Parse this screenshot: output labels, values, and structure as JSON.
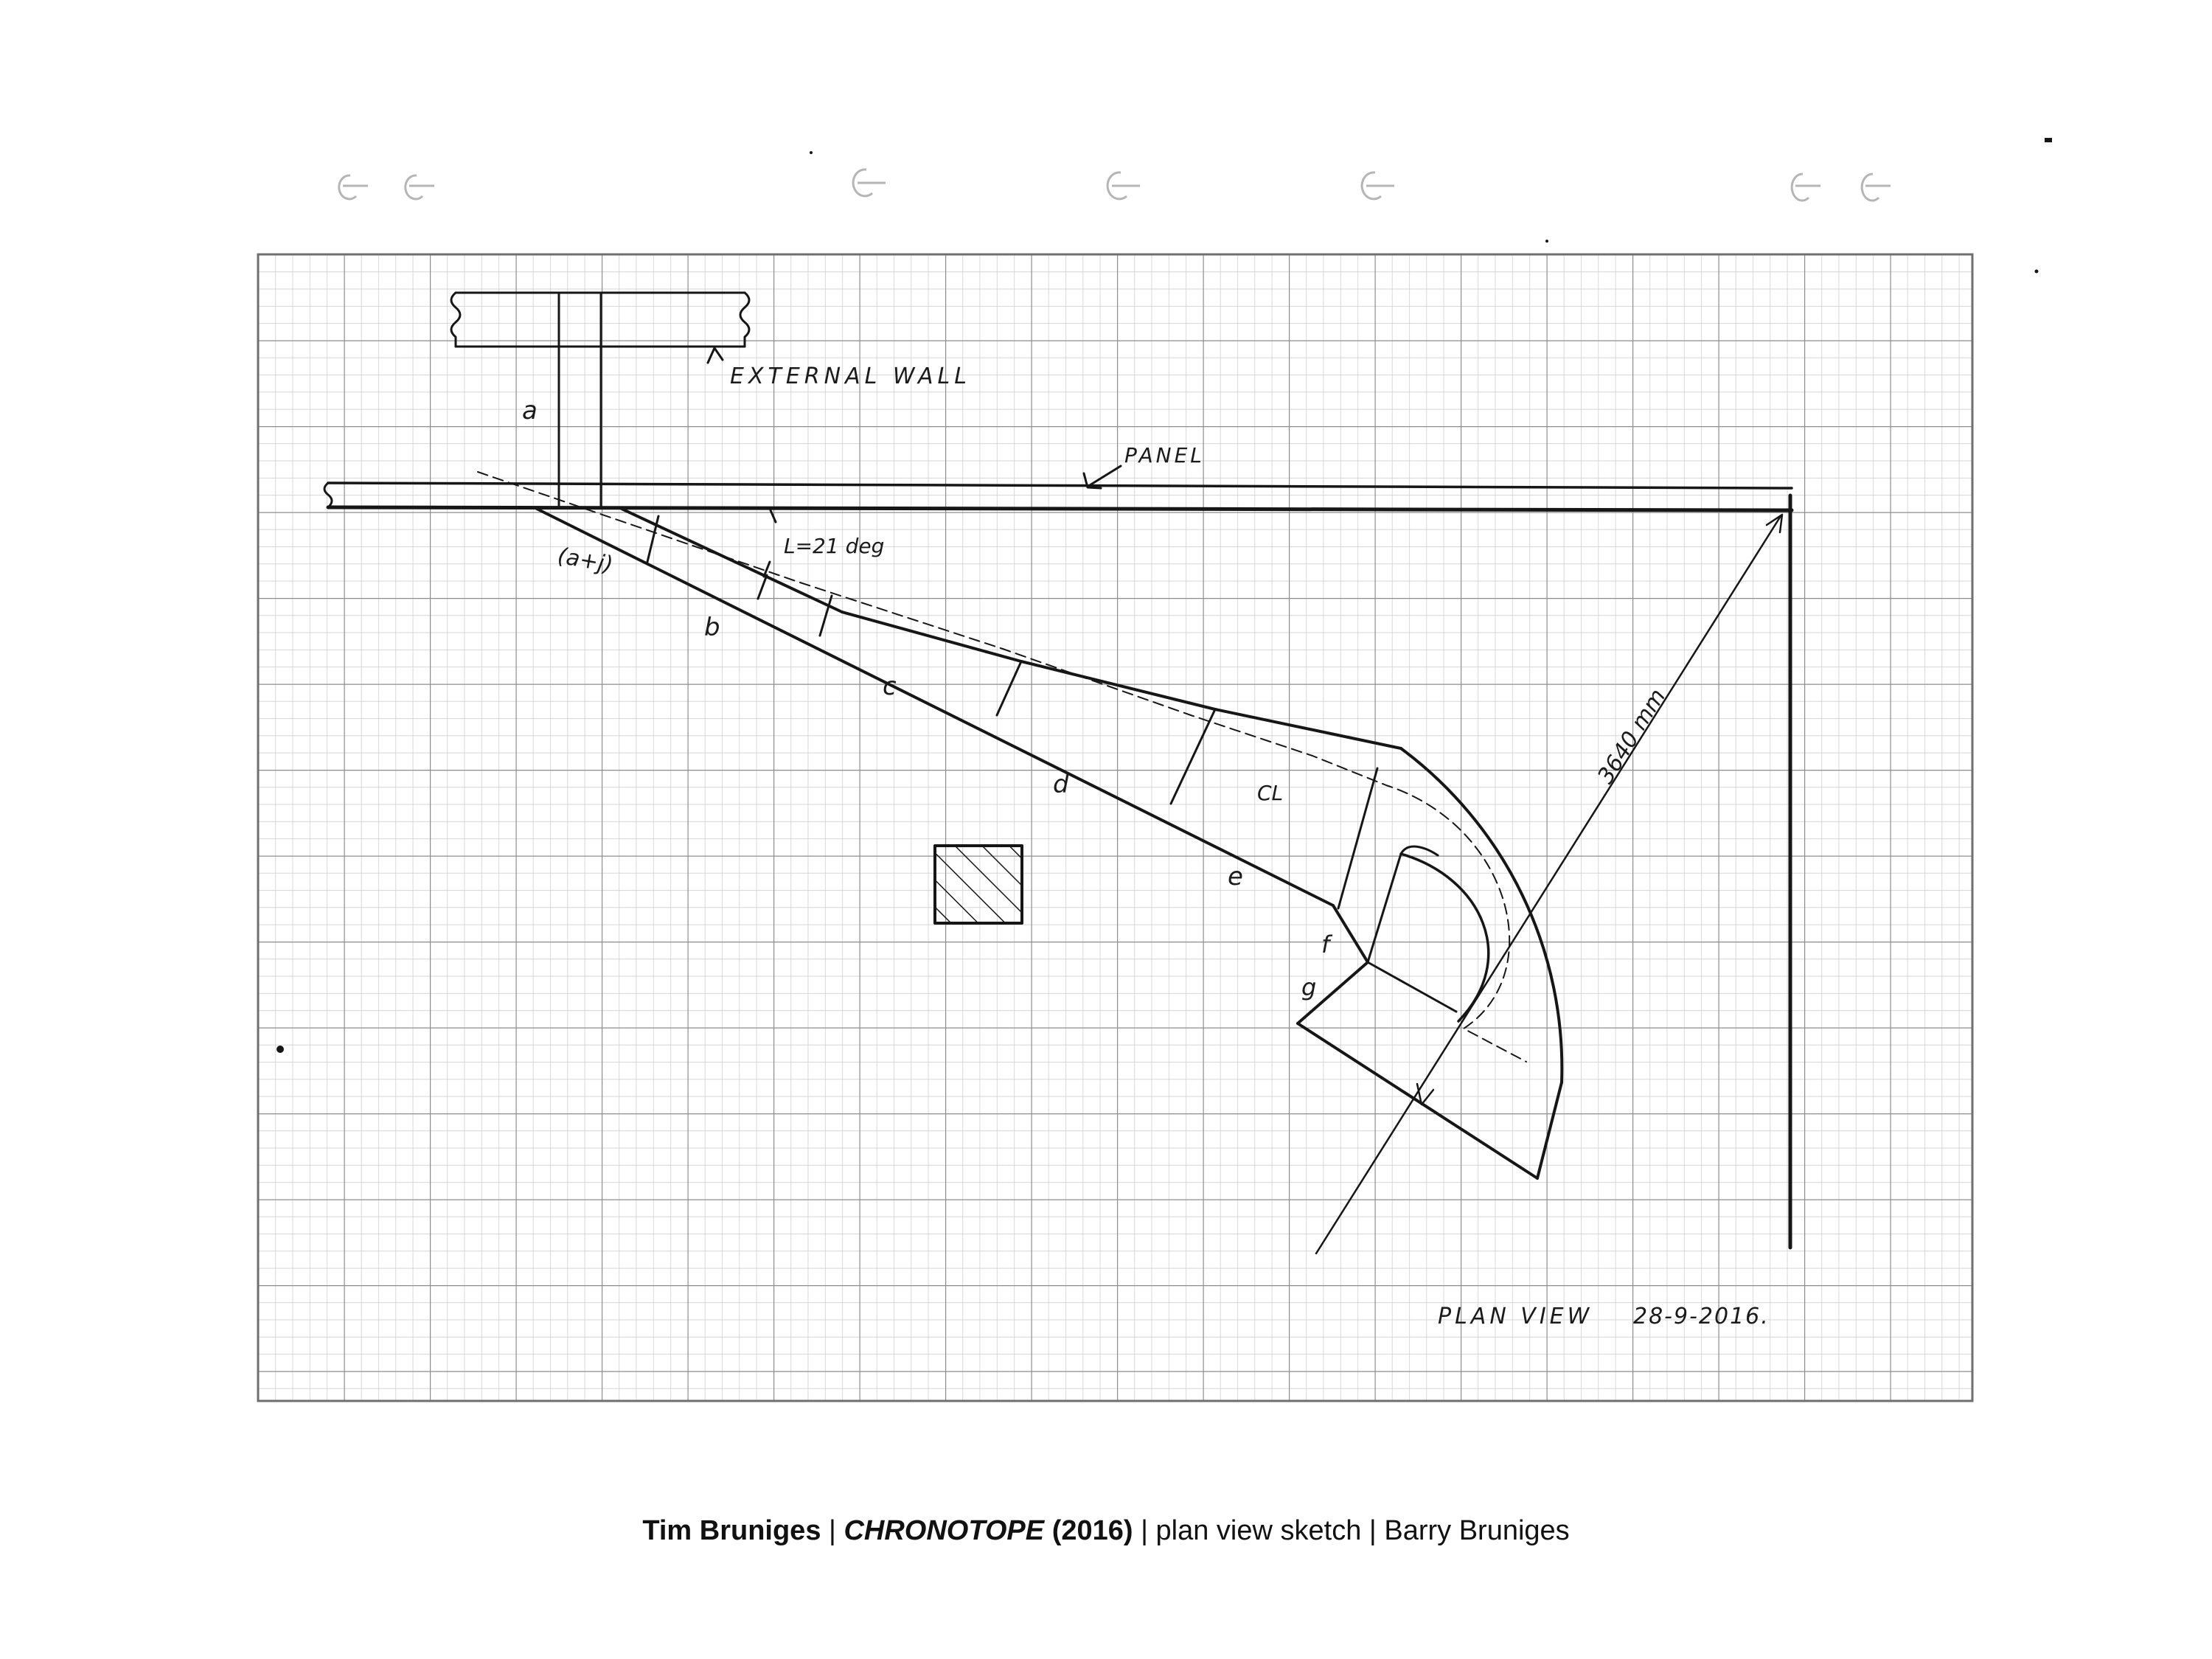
{
  "sketch": {
    "labels": {
      "a": "a",
      "external_wall": "EXTERNAL WALL",
      "panel": "PANEL",
      "a_plus_j": "(a+j)",
      "angle": "L=21 deg",
      "b": "b",
      "c": "c",
      "d": "d",
      "cl": "CL",
      "e": "e",
      "f": "f",
      "g": "g",
      "radius": "3640 mm",
      "plan_view": "PLAN VIEW",
      "date": "28-9-2016."
    }
  },
  "caption": {
    "artist": "Tim Bruniges",
    "separator_1": " | ",
    "title": "CHRONOTOPE",
    "year": "(2016)",
    "separator_2": " | ",
    "description": "plan view sketch",
    "separator_3": " | ",
    "credit": "Barry Bruniges"
  },
  "colors": {
    "grid_fine": "#c9c9c9",
    "grid_major": "#8d8d8d",
    "ink": "#161616",
    "paper": "#ffffff"
  }
}
